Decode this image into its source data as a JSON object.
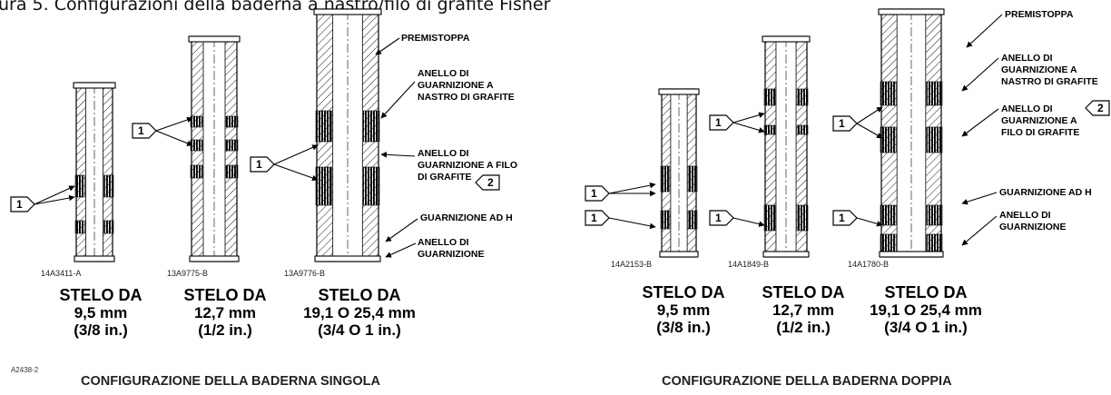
{
  "figure_caption": "ura 5. Configurazioni della baderna a nastro/filo di grafite Fisher",
  "single": {
    "title": "CONFIGURAZIONE DELLA BADERNA SINGOLA",
    "ref": "A2438-2",
    "labels": {
      "premistoppa": "PREMISTOPPA",
      "ribbon": [
        "ANELLO DI",
        "GUARNIZIONE A",
        "NASTRO DI GRAFITE"
      ],
      "filament": [
        "ANELLO DI",
        "GUARNIZIONE A FILO",
        "DI GRAFITE"
      ],
      "lantern": "GUARNIZIONE AD H",
      "packing": [
        "ANELLO DI",
        "GUARNIZIONE"
      ]
    },
    "stems": [
      {
        "drawing": "14A3411-A",
        "line1": "STELO DA",
        "line2": "9,5 mm",
        "line3": "(3/8 in.)"
      },
      {
        "drawing": "13A9775-B",
        "line1": "STELO DA",
        "line2": "12,7 mm",
        "line3": "(1/2 in.)"
      },
      {
        "drawing": "13A9776-B",
        "line1": "STELO DA",
        "line2": "19,1 O 25,4 mm",
        "line3": "(3/4 O 1 in.)"
      }
    ]
  },
  "double": {
    "title": "CONFIGURAZIONE DELLA BADERNA DOPPIA",
    "labels": {
      "premistoppa": "PREMISTOPPA",
      "ribbon": [
        "ANELLO DI",
        "GUARNIZIONE A",
        "NASTRO DI GRAFITE"
      ],
      "filament": [
        "ANELLO DI",
        "GUARNIZIONE A",
        "FILO DI GRAFITE"
      ],
      "lantern": "GUARNIZIONE AD H",
      "packing": [
        "ANELLO DI",
        "GUARNIZIONE"
      ]
    },
    "stems": [
      {
        "drawing": "14A2153-B",
        "line1": "STELO DA",
        "line2": "9,5 mm",
        "line3": "(3/8 in.)"
      },
      {
        "drawing": "14A1849-B",
        "line1": "STELO DA",
        "line2": "12,7 mm",
        "line3": "(1/2 in.)"
      },
      {
        "drawing": "14A1780-B",
        "line1": "STELO DA",
        "line2": "19,1 O 25,4 mm",
        "line3": "(3/4 O 1 in.)"
      }
    ]
  },
  "callouts": {
    "one": "1",
    "two": "2"
  }
}
